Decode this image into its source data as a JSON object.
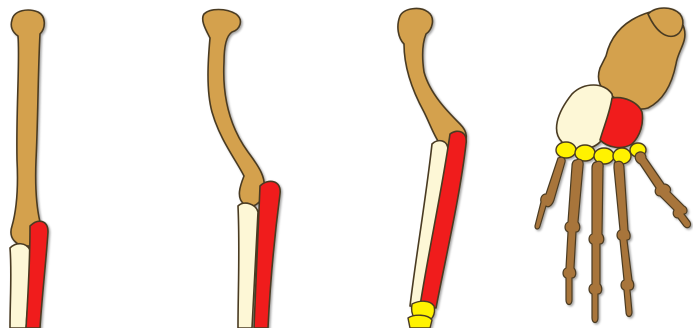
{
  "figure": {
    "panels": [
      {
        "id": "panel-1",
        "bones": [
          "humerus",
          "ulna",
          "radius"
        ]
      },
      {
        "id": "panel-2",
        "bones": [
          "humerus",
          "ulna",
          "radius"
        ]
      },
      {
        "id": "panel-3",
        "bones": [
          "humerus",
          "ulna",
          "radius",
          "wrist-bone"
        ]
      },
      {
        "id": "panel-4",
        "bones": [
          "humerus",
          "ulna",
          "radius",
          "carpals",
          "metacarpals",
          "phalanges"
        ]
      }
    ],
    "colors": {
      "humerus": "#d4a14e",
      "ulna": "#fdf7d6",
      "radius": "#f01c1c",
      "carpals": "#fff200",
      "digits": "#a8743a",
      "outline": "#4a3a22"
    }
  }
}
